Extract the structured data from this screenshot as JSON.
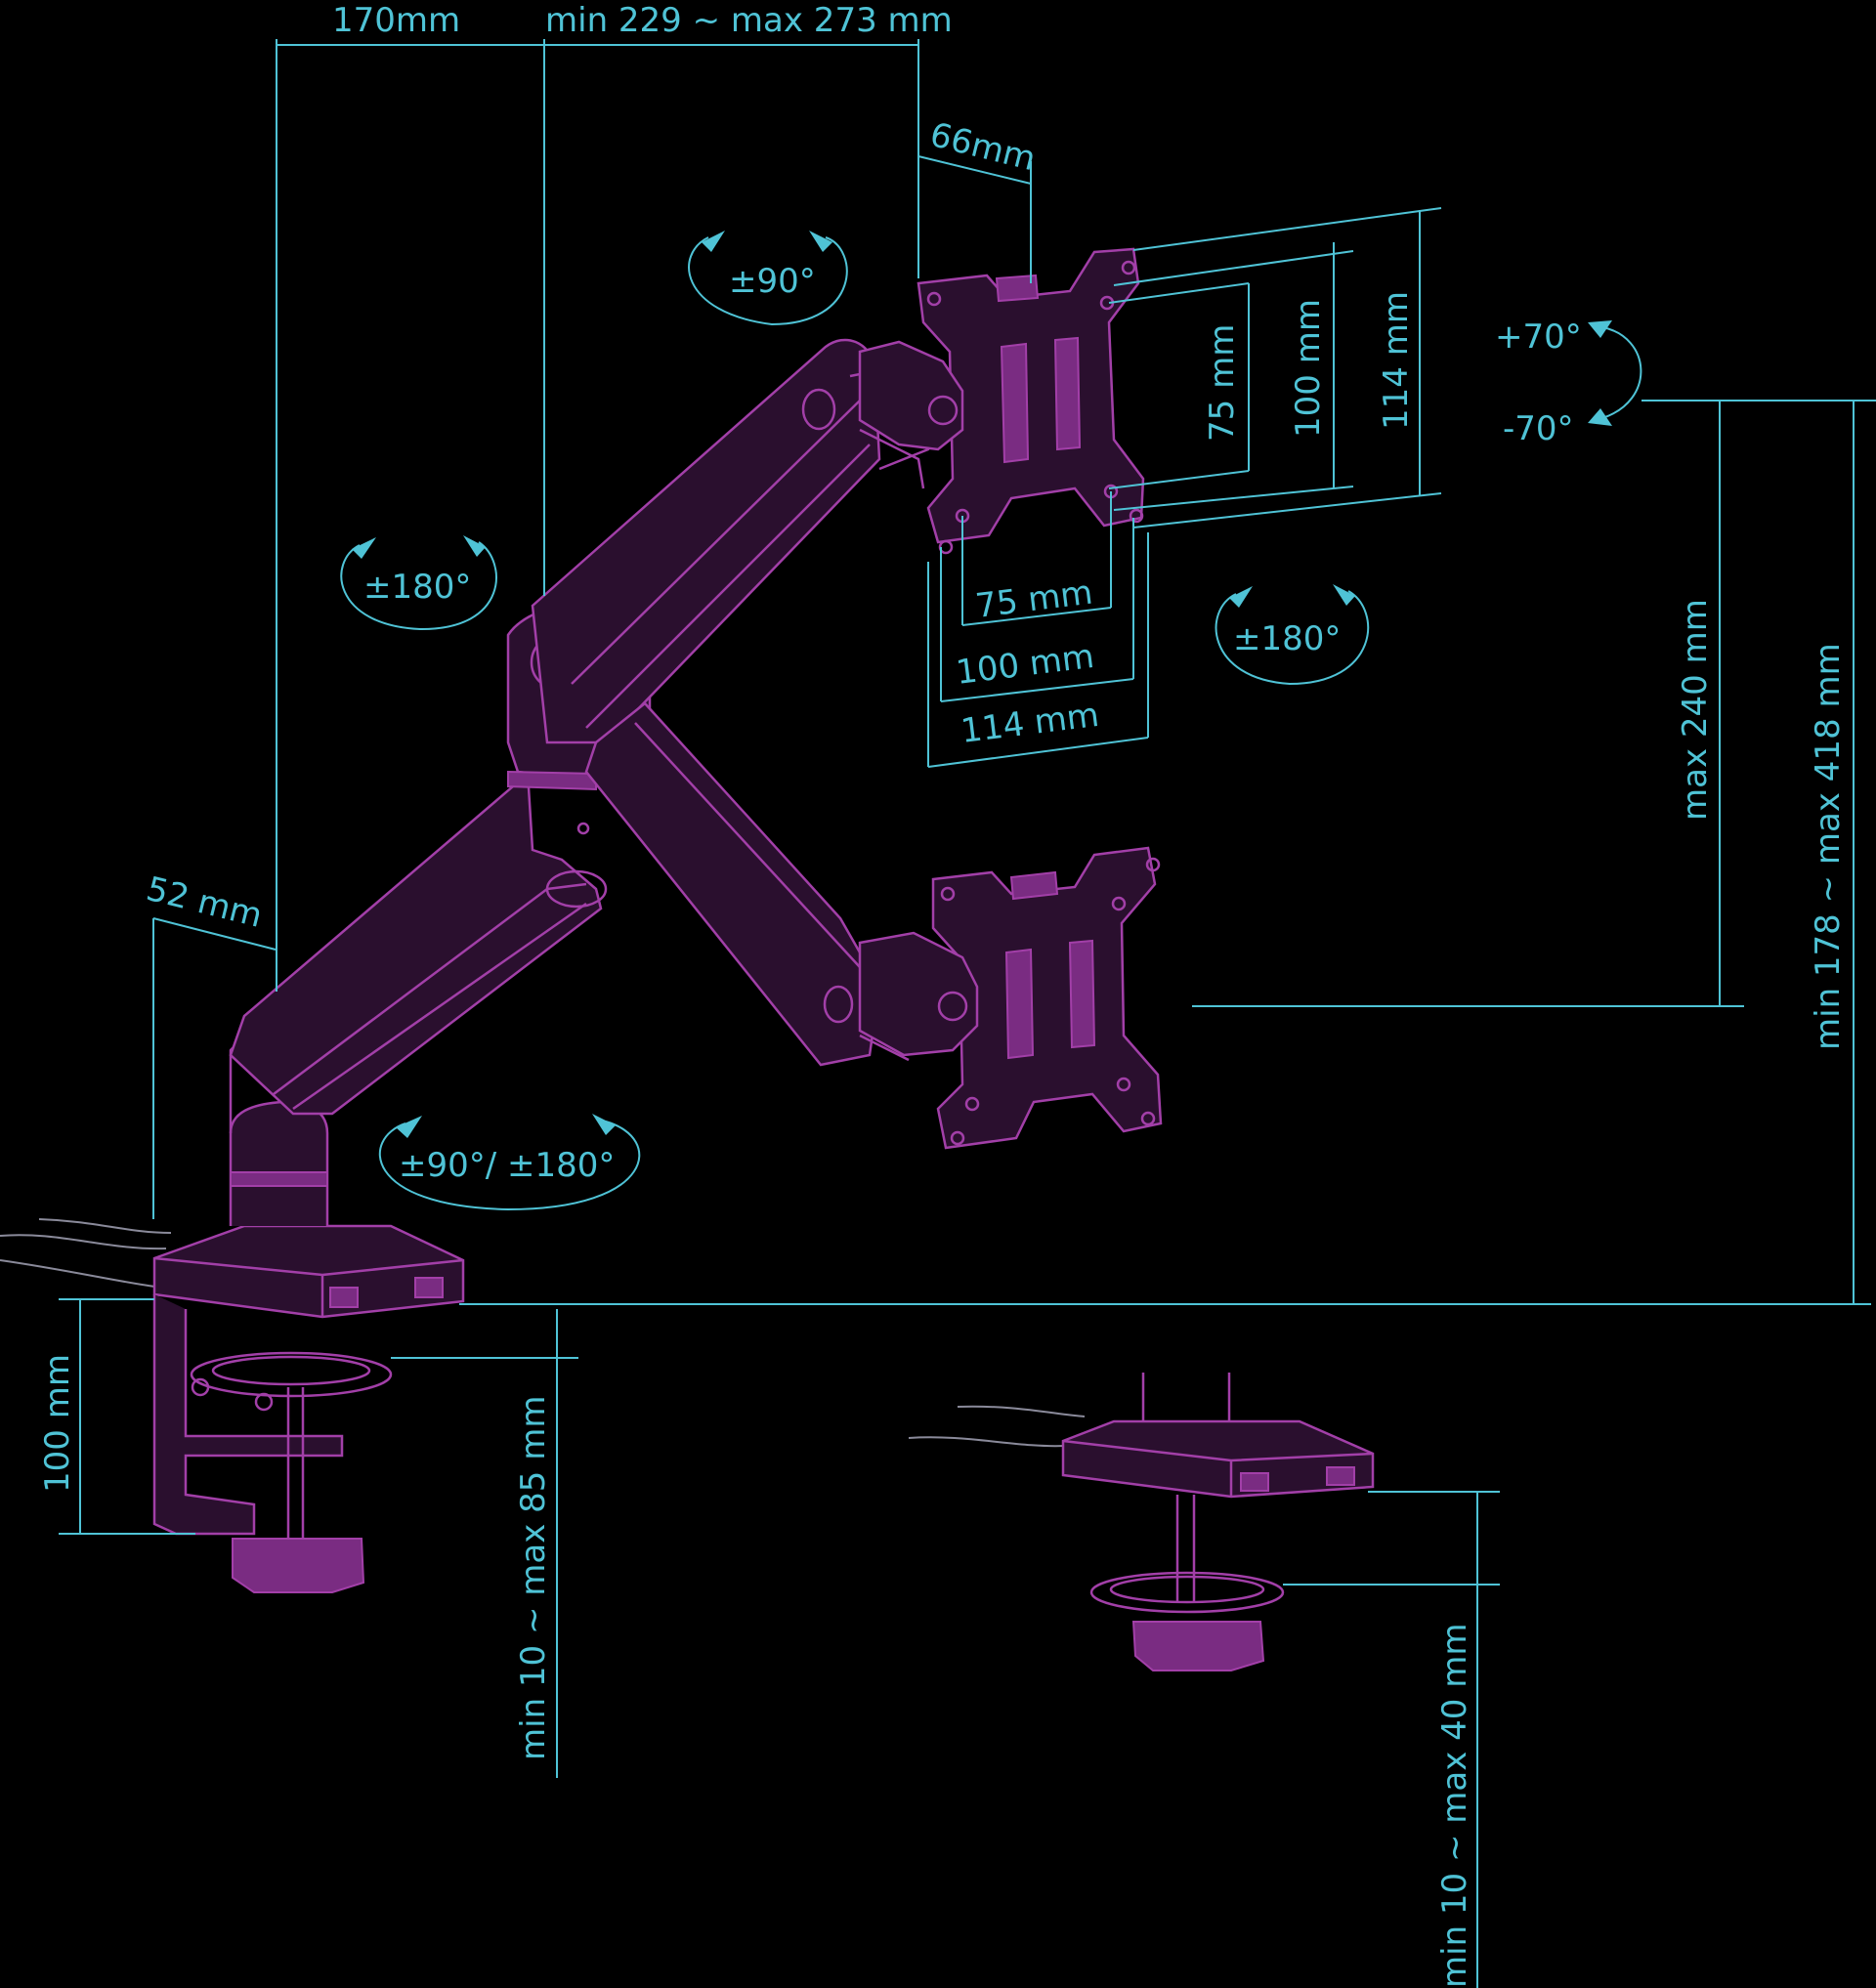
{
  "colors": {
    "background": "#000000",
    "dimension": "#4fc3d6",
    "product": "#a23fa8"
  },
  "dimensions": {
    "base_offset": "170mm",
    "arm_reach": "min 229 ~ max 273 mm",
    "plate_depth": "66mm",
    "vesa_v_75": "75 mm",
    "vesa_v_100": "100 mm",
    "vesa_v_114": "114 mm",
    "vesa_h_75": "75 mm",
    "vesa_h_100": "100 mm",
    "vesa_h_114": "114 mm",
    "tilt_up": "+70°",
    "tilt_down": "-70°",
    "height_adjust": "max 240 mm",
    "total_height": "min 178 ~ max 418 mm",
    "pole_width": "52 mm",
    "clamp_depth": "100 mm",
    "clamp_range": "min 10 ~ max 85 mm",
    "grommet_range": "min 10 ~ max 40 mm"
  },
  "rotations": {
    "head_tilt": "±90°",
    "elbow_swivel": "±180°",
    "plate_rotation": "±180°",
    "base_rotation": "±90°/  ±180°"
  }
}
